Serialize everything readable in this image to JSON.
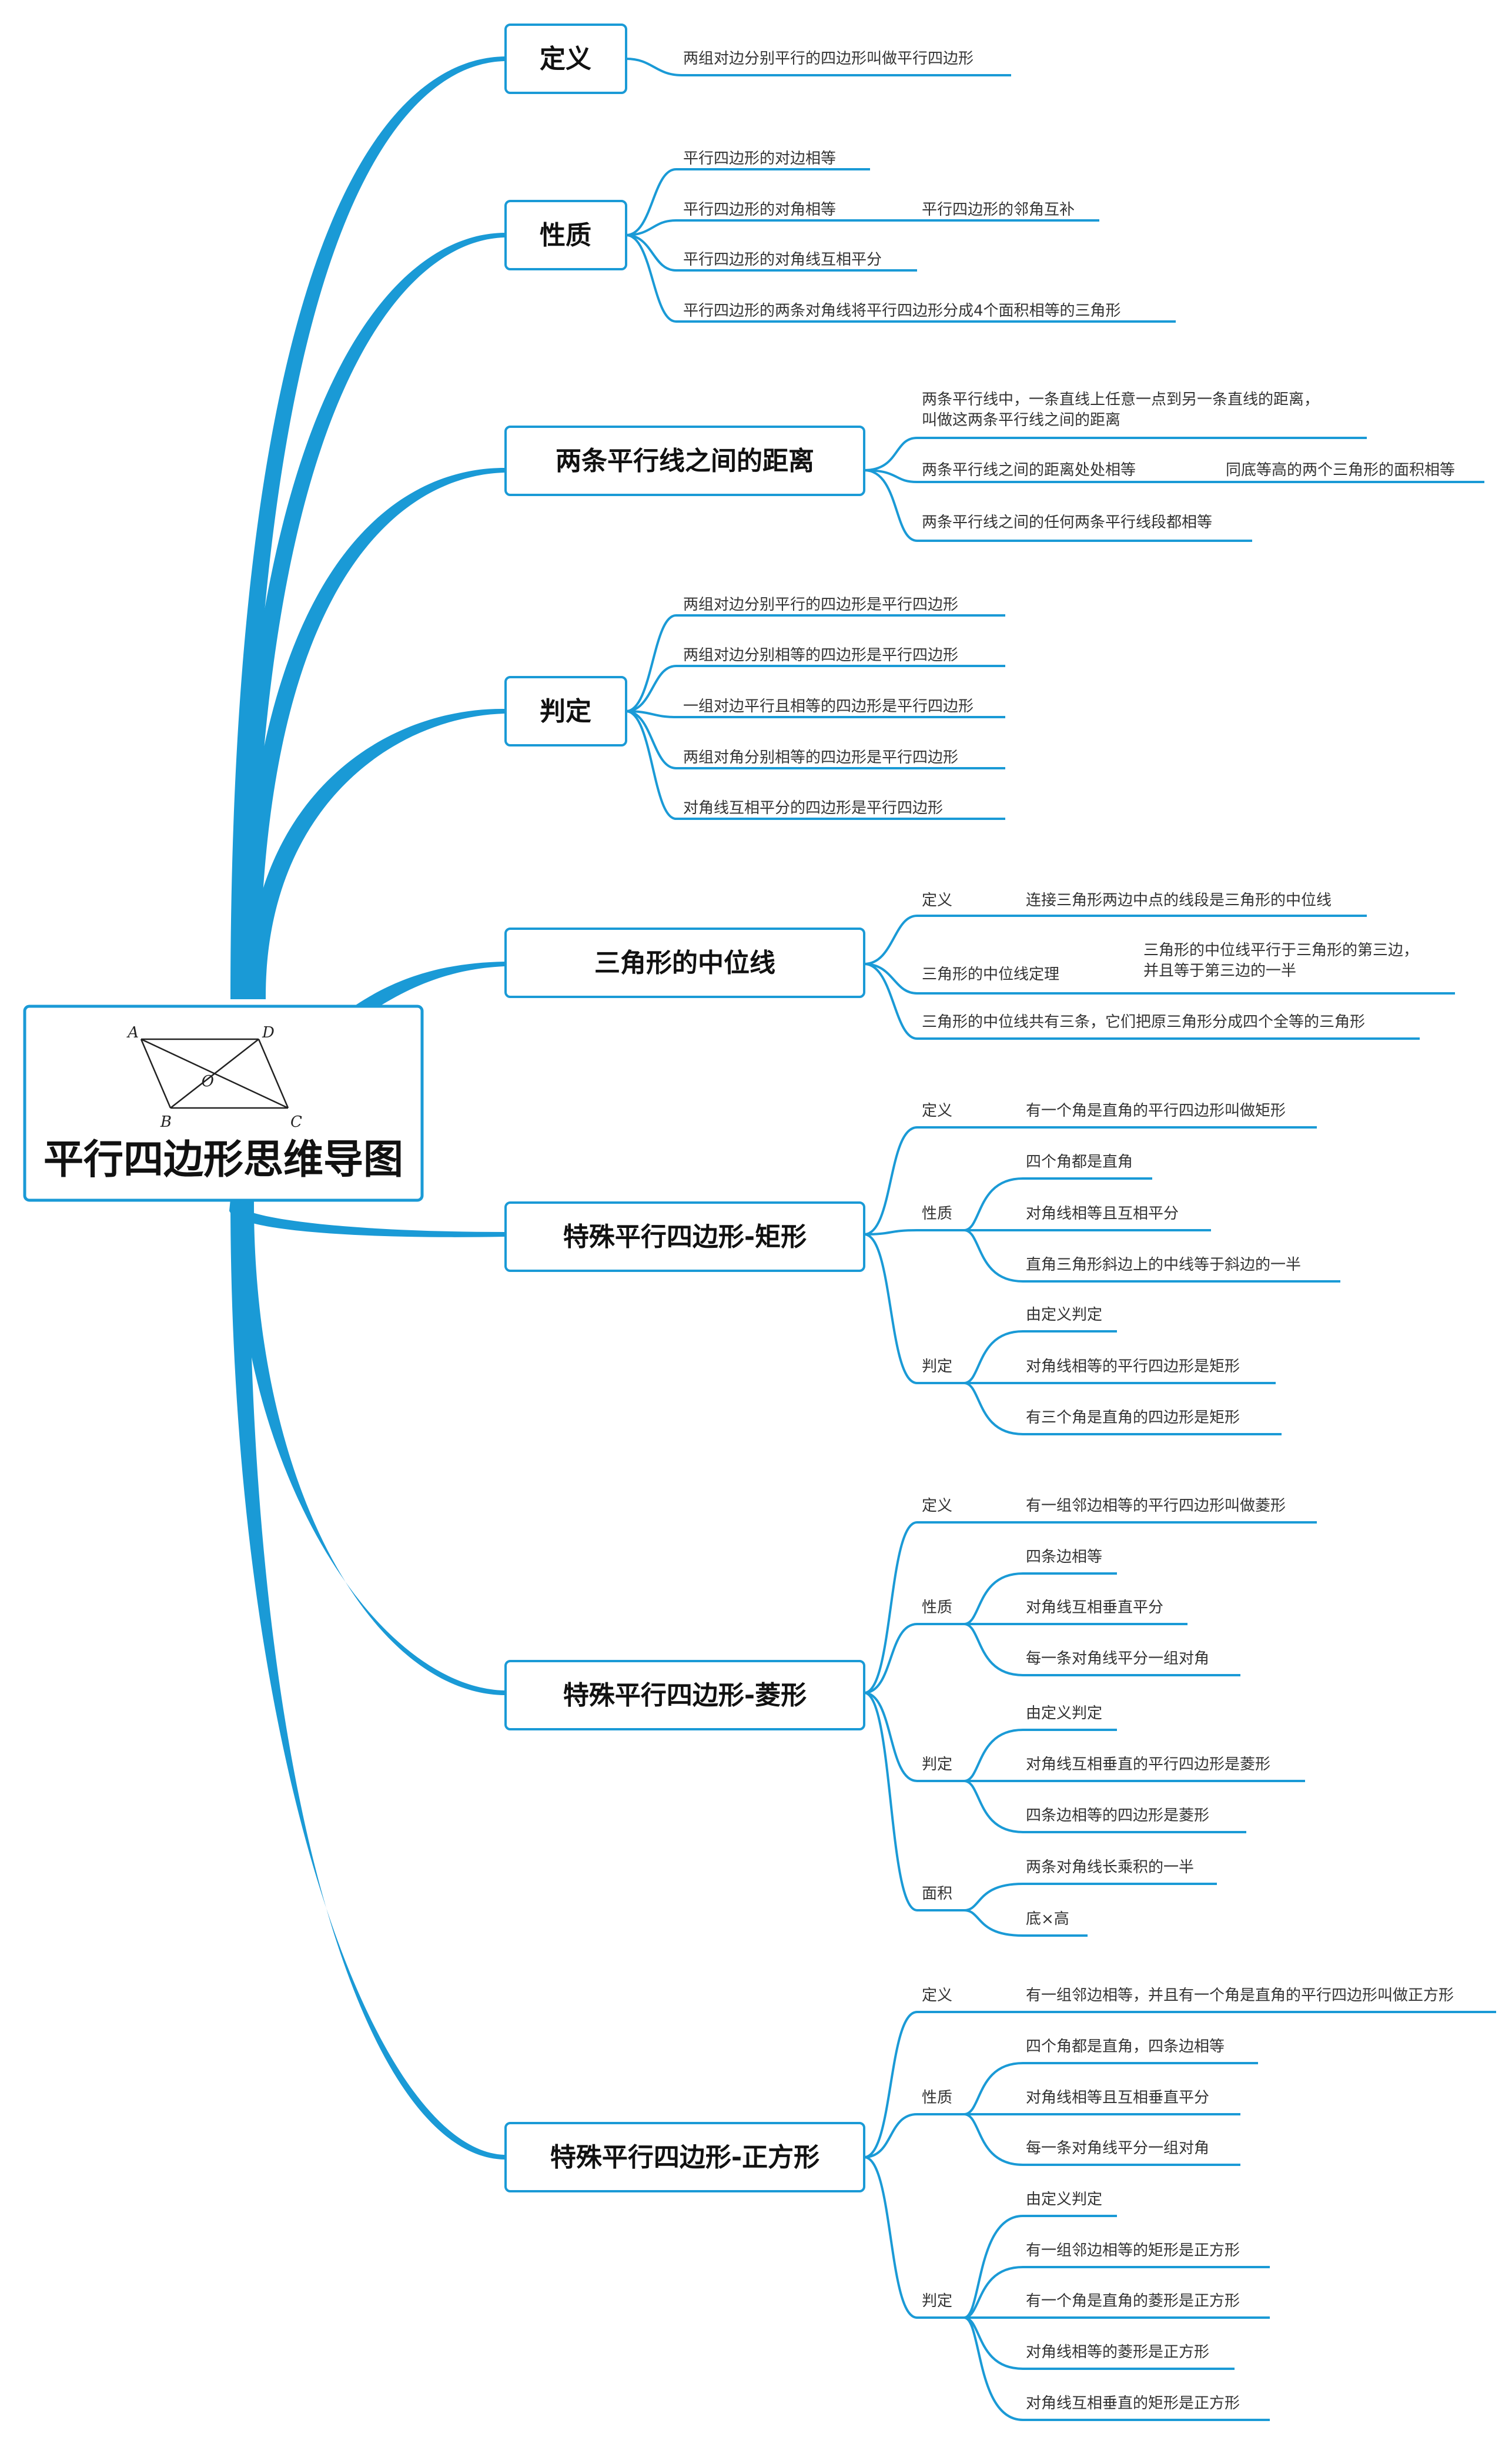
{
  "title": "平行四边形思维导图",
  "colors": {
    "line": "#1a9ad6",
    "box_border": "#1a9ad6",
    "text": "#333333"
  },
  "figure": {
    "points": [
      "A",
      "D",
      "O",
      "B",
      "C"
    ]
  },
  "branches": {
    "def": {
      "label": "定义",
      "items": [
        "两组对边分别平行的四边形叫做平行四边形"
      ]
    },
    "prop": {
      "label": "性质",
      "items": [
        "平行四边形的对边相等",
        "平行四边形的对角相等",
        "平行四边形的对角线互相平分",
        "平行四边形的两条对角线将平行四边形分成4个面积相等的三角形"
      ],
      "sub": "平行四边形的邻角互补"
    },
    "dist": {
      "label": "两条平行线之间的距离",
      "items": [
        "两条平行线中，一条直线上任意一点到另一条直线的距离，",
        "叫做这两条平行线之间的距离",
        "两条平行线之间的距离处处相等",
        "两条平行线之间的任何两条平行线段都相等"
      ],
      "sub": "同底等高的两个三角形的面积相等"
    },
    "judge": {
      "label": "判定",
      "items": [
        "两组对边分别平行的四边形是平行四边形",
        "两组对边分别相等的四边形是平行四边形",
        "一组对边平行且相等的四边形是平行四边形",
        "两组对角分别相等的四边形是平行四边形",
        "对角线互相平分的四边形是平行四边形"
      ]
    },
    "mid": {
      "label": "三角形的中位线",
      "cats": [
        "定义",
        "三角形的中位线定理"
      ],
      "def": "连接三角形两边中点的线段是三角形的中位线",
      "theorem": [
        "三角形的中位线平行于三角形的第三边，",
        "并且等于第三边的一半"
      ],
      "extra": "三角形的中位线共有三条，它们把原三角形分成四个全等的三角形"
    },
    "rect": {
      "label": "特殊平行四边形-矩形",
      "cats": [
        "定义",
        "性质",
        "判定"
      ],
      "def": "有一个角是直角的平行四边形叫做矩形",
      "props": [
        "四个角都是直角",
        "对角线相等且互相平分",
        "直角三角形斜边上的中线等于斜边的一半"
      ],
      "judges": [
        "由定义判定",
        "对角线相等的平行四边形是矩形",
        "有三个角是直角的四边形是矩形"
      ]
    },
    "rhombus": {
      "label": "特殊平行四边形-菱形",
      "cats": [
        "定义",
        "性质",
        "判定",
        "面积"
      ],
      "def": "有一组邻边相等的平行四边形叫做菱形",
      "props": [
        "四条边相等",
        "对角线互相垂直平分",
        "每一条对角线平分一组对角"
      ],
      "judges": [
        "由定义判定",
        "对角线互相垂直的平行四边形是菱形",
        "四条边相等的四边形是菱形"
      ],
      "area": [
        "两条对角线长乘积的一半",
        "底×高"
      ]
    },
    "square": {
      "label": "特殊平行四边形-正方形",
      "cats": [
        "定义",
        "性质",
        "判定"
      ],
      "def": "有一组邻边相等，并且有一个角是直角的平行四边形叫做正方形",
      "props": [
        "四个角都是直角，四条边相等",
        "对角线相等且互相垂直平分",
        "每一条对角线平分一组对角"
      ],
      "judges": [
        "由定义判定",
        "有一组邻边相等的矩形是正方形",
        "有一个角是直角的菱形是正方形",
        "对角线相等的菱形是正方形",
        "对角线互相垂直的矩形是正方形"
      ]
    }
  }
}
